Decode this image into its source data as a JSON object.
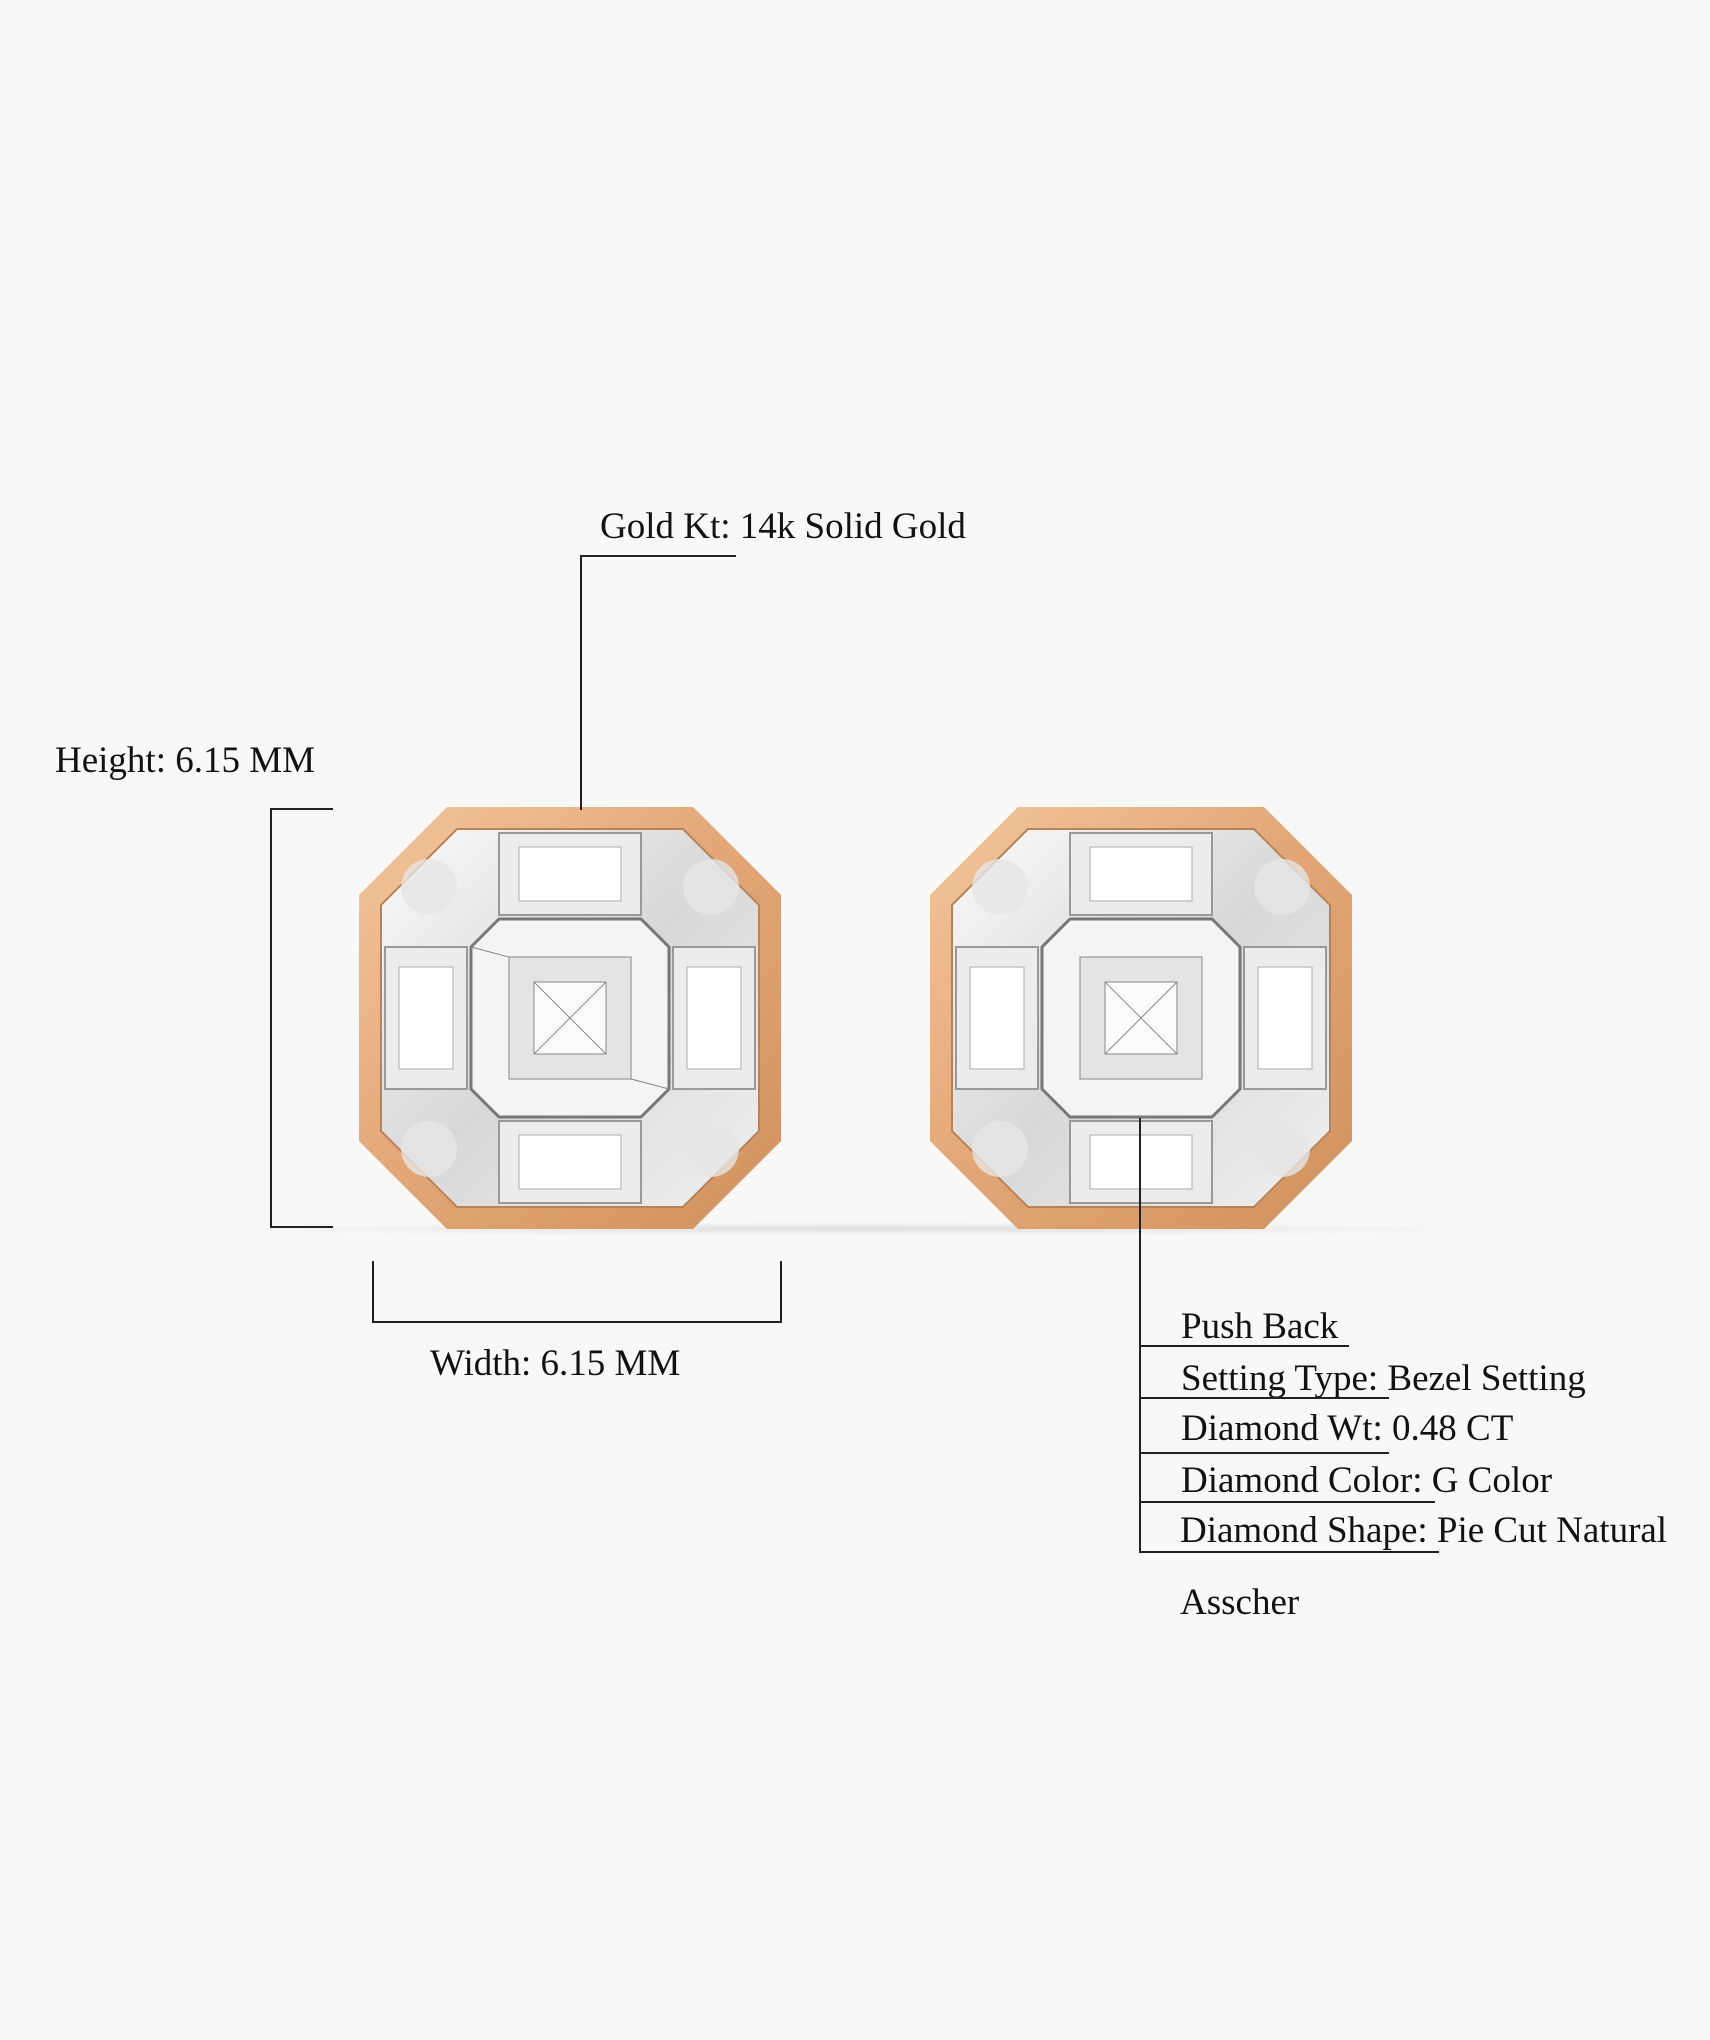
{
  "labels": {
    "gold_kt_key": "Gold Kt:",
    "gold_kt_value": " 14k Solid Gold",
    "height": "Height: 6.15 MM",
    "width": "Width: 6.15 MM",
    "specs": [
      {
        "key": "Push Back",
        "value": ""
      },
      {
        "key": "Setting Type:",
        "value": " Bezel Setting"
      },
      {
        "key": "Diamond Wt:",
        "value": " 0.48 CT"
      },
      {
        "key": "Diamond Color:",
        "value": " G Color"
      },
      {
        "key": "Diamond Shape:",
        "value": " Pie Cut Natural"
      }
    ],
    "shape_continuation": "Asscher"
  },
  "colors": {
    "gold": "#e3a877",
    "gold_dark": "#c98a5a",
    "background": "#f8f8f8"
  }
}
